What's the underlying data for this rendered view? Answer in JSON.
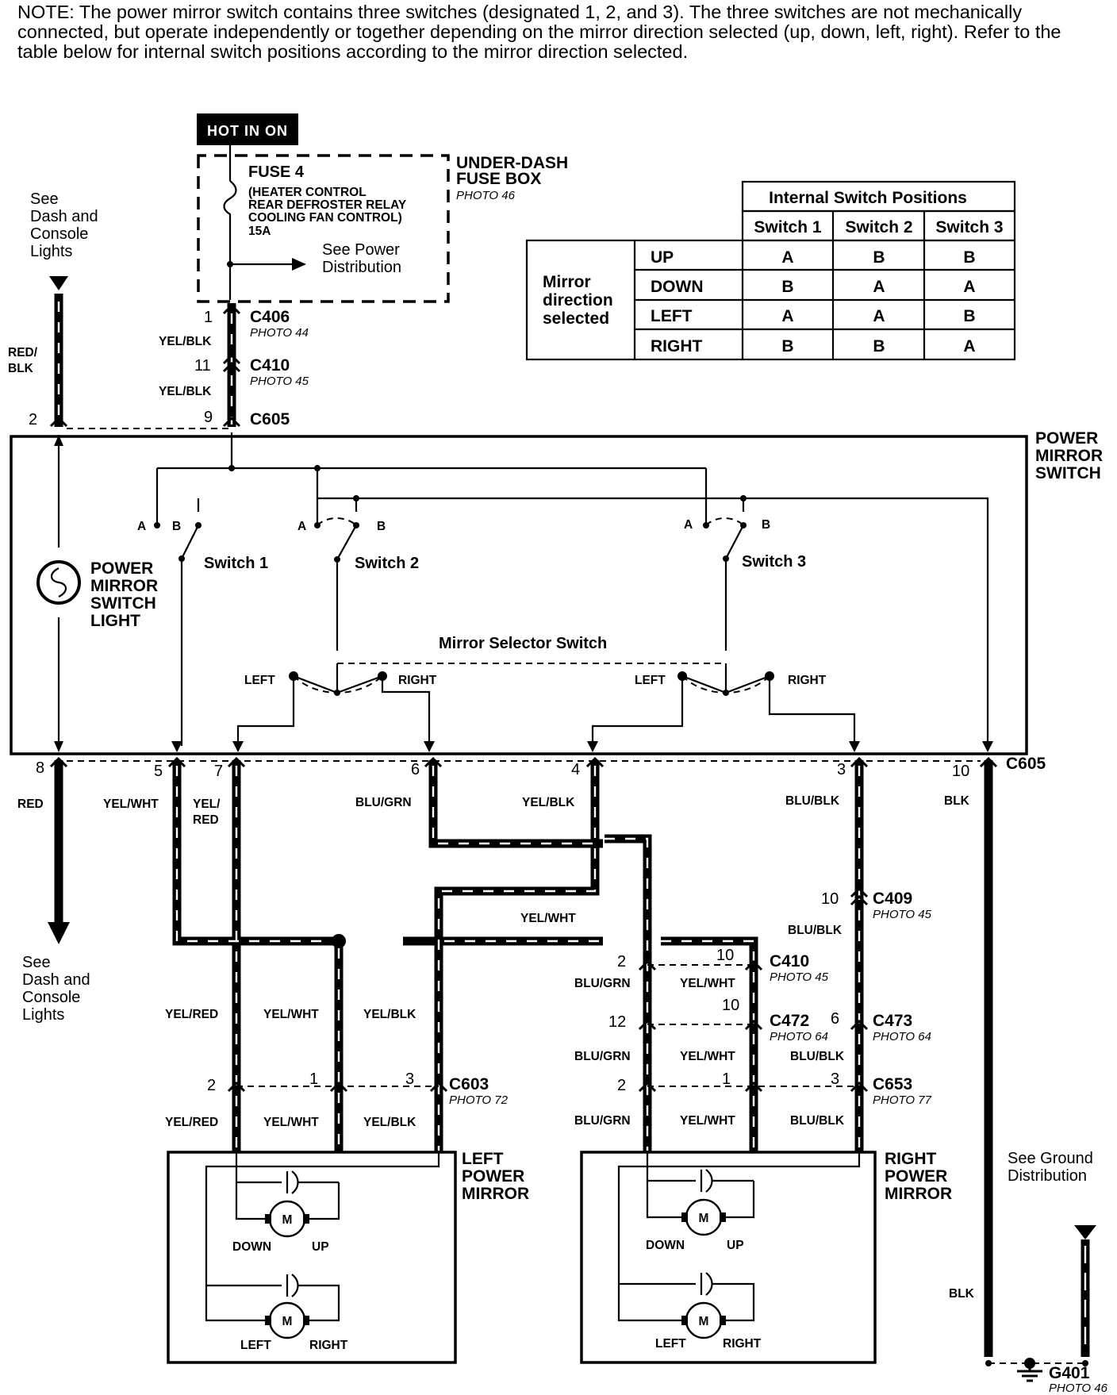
{
  "note": "NOTE: The power mirror switch contains three switches (designated 1, 2, and 3). The three switches are not mechanically connected, but operate independently or together depending on the mirror direction selected (up, down, left, right). Refer to the table below for internal switch positions according to the mirror direction selected.",
  "hot_in_on": "HOT IN ON",
  "fuse_box": {
    "title1": "UNDER-DASH",
    "title2": "FUSE BOX",
    "photo": "PHOTO 46",
    "fuse": "FUSE 4",
    "fuse_desc1": "(HEATER CONTROL",
    "fuse_desc2": "REAR DEFROSTER RELAY",
    "fuse_desc3": "COOLING FAN CONTROL)",
    "fuse_amp": "15A",
    "see_power1": "See Power",
    "see_power2": "Distribution"
  },
  "see_dash_top": [
    "See",
    "Dash and",
    "Console",
    "Lights"
  ],
  "see_dash_bottom": [
    "See",
    "Dash and",
    "Console",
    "Lights"
  ],
  "see_ground": [
    "See Ground",
    "Distribution"
  ],
  "table": {
    "header": "Internal Switch Positions",
    "columns": [
      "Switch 1",
      "Switch 2",
      "Switch 3"
    ],
    "row_label": [
      "Mirror",
      "direction",
      "selected"
    ],
    "rows": [
      {
        "dir": "UP",
        "vals": [
          "A",
          "B",
          "B"
        ]
      },
      {
        "dir": "DOWN",
        "vals": [
          "B",
          "A",
          "A"
        ]
      },
      {
        "dir": "LEFT",
        "vals": [
          "A",
          "A",
          "B"
        ]
      },
      {
        "dir": "RIGHT",
        "vals": [
          "B",
          "B",
          "A"
        ]
      }
    ]
  },
  "connectors": {
    "c406": "C406",
    "c406_photo": "PHOTO 44",
    "c410": "C410",
    "c410_photo": "PHOTO 45",
    "c605": "C605",
    "c409": "C409",
    "c409_photo": "PHOTO 45",
    "c472": "C472",
    "c472_photo": "PHOTO 64",
    "c473": "C473",
    "c473_photo": "PHOTO 64",
    "c603": "C603",
    "c603_photo": "PHOTO 72",
    "c653": "C653",
    "c653_photo": "PHOTO 77",
    "g401": "G401",
    "g401_photo": "PHOTO 46"
  },
  "switch": {
    "title": [
      "POWER",
      "MIRROR",
      "SWITCH"
    ],
    "light": [
      "POWER",
      "MIRROR",
      "SWITCH",
      "LIGHT"
    ],
    "sw1": "Switch 1",
    "sw2": "Switch 2",
    "sw3": "Switch 3",
    "selector": "Mirror Selector Switch",
    "left": "LEFT",
    "right": "RIGHT",
    "a": "A",
    "b": "B"
  },
  "wires": {
    "yel_blk": "YEL/BLK",
    "red_blk1": "RED/",
    "red_blk2": "BLK",
    "red": "RED",
    "yel_wht": "YEL/WHT",
    "yel_red1": "YEL/",
    "yel_red2": "RED",
    "yel_red": "YEL/RED",
    "blu_grn": "BLU/GRN",
    "blu_blk": "BLU/BLK",
    "blk": "BLK"
  },
  "pins": {
    "p1": "1",
    "p11": "11",
    "p2": "2",
    "p9": "9",
    "p8": "8",
    "p5": "5",
    "p7": "7",
    "p6": "6",
    "p4": "4",
    "p3": "3",
    "p10": "10",
    "p12": "12"
  },
  "mirrors": {
    "left": [
      "LEFT",
      "POWER",
      "MIRROR"
    ],
    "right": [
      "RIGHT",
      "POWER",
      "MIRROR"
    ],
    "m": "M",
    "down": "DOWN",
    "up": "UP",
    "mleft": "LEFT",
    "mright": "RIGHT"
  }
}
